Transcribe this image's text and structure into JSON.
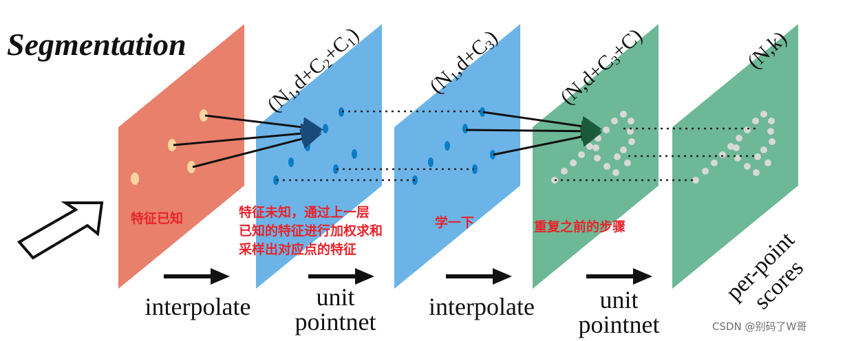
{
  "title": "Segmentation",
  "stages": [
    {
      "id": "red",
      "color": "#e8806b"
    },
    {
      "id": "blue1",
      "color": "#6cb4e8"
    },
    {
      "id": "blue2",
      "color": "#6cb4e8"
    },
    {
      "id": "green1",
      "color": "#6db896"
    },
    {
      "id": "green2",
      "color": "#6db896"
    }
  ],
  "dim_labels": [
    {
      "pre": "(N",
      "sub1": "1",
      "mid": ",d+C",
      "sub2": "2",
      "post": "+C",
      "sub3": "1",
      "end": ")"
    },
    {
      "pre": "(N",
      "sub1": "1",
      "mid": ",d+C",
      "sub2": "3",
      "post": ")",
      "sub3": "",
      "end": ""
    },
    {
      "pre": "(N,d+C",
      "sub1": "3",
      "mid": "+C)",
      "sub2": "",
      "post": "",
      "sub3": "",
      "end": ""
    },
    {
      "pre": "(N,k)",
      "sub1": "",
      "mid": "",
      "sub2": "",
      "post": "",
      "sub3": "",
      "end": ""
    }
  ],
  "operations": [
    "interpolate",
    "unit\npointnet",
    "interpolate",
    "unit\npointnet"
  ],
  "final_label": "per-point\nscores",
  "notes": [
    "特征已知",
    "特征未知，通过上一层\n已知的特征进行加权求和\n采样出对应点的特征",
    "学一下",
    "重复之前的步骤"
  ],
  "watermark": "CSDN @别码了W哥",
  "colors": {
    "arrow_dark": "#1a4a7a",
    "arrow_green": "#1a5a3a",
    "point_red": "#f8d5a0",
    "point_blue": "#0c7cc4",
    "point_green": "#d8d8d8",
    "note": "#e8232a"
  }
}
